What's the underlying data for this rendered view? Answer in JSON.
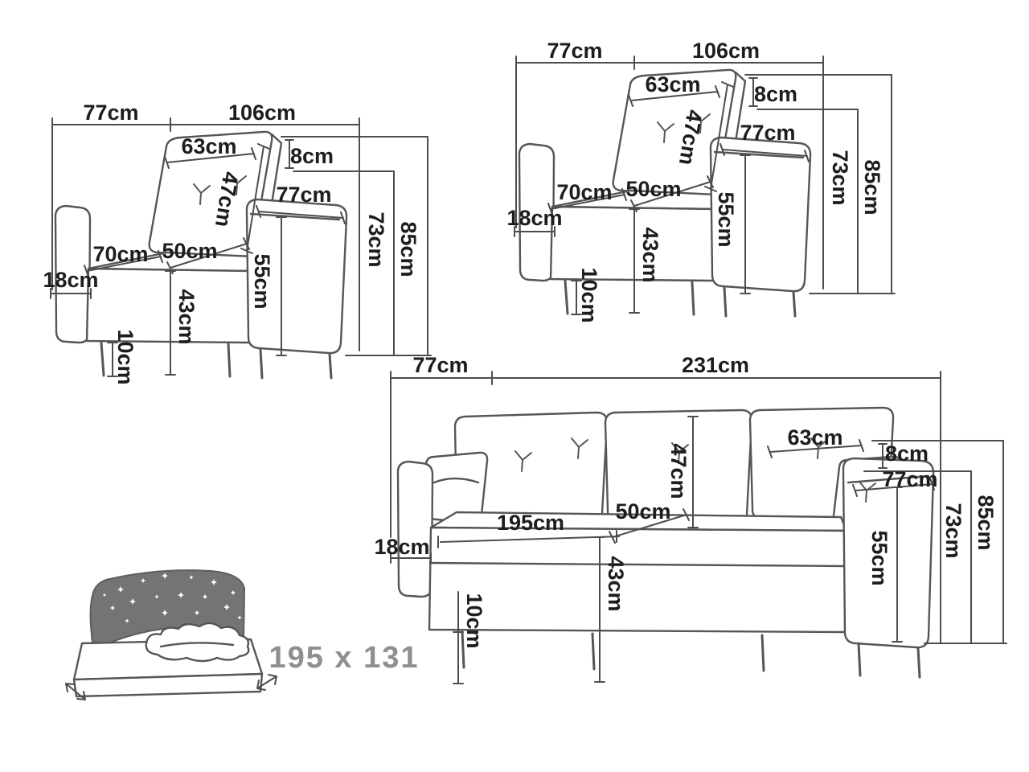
{
  "diagram_title": "sofa-and-armchair-dimension-diagram",
  "colors": {
    "line": "#4d4d4d",
    "furniture_stroke": "#565656",
    "label_text": "#1d1d1d",
    "muted_text": "#8f8f8f",
    "headboard_fill": "#747474"
  },
  "armchair": {
    "labels": {
      "depth_top": "77cm",
      "width_top": "106cm",
      "back_cushion_width": "63cm",
      "back_gap": "8cm",
      "back_cushion_height": "47cm",
      "arm_depth": "77cm",
      "backrest_height": "73cm",
      "total_height": "85cm",
      "seat_width": "70cm",
      "seat_depth": "50cm",
      "armrest_height": "55cm",
      "armrest_width": "18cm",
      "seat_height": "43cm",
      "leg_height": "10cm"
    }
  },
  "sofa": {
    "labels": {
      "depth_top": "77cm",
      "width_top": "231cm",
      "back_cushion_width": "63cm",
      "back_gap": "8cm",
      "arm_depth": "77cm",
      "back_cushion_height": "47cm",
      "seat_depth": "50cm",
      "seat_width": "195cm",
      "armrest_width": "18cm",
      "backrest_height": "73cm",
      "total_height": "85cm",
      "armrest_height": "55cm",
      "seat_height": "43cm",
      "leg_height": "10cm"
    }
  },
  "bed": {
    "sleeping_area": "195 x 131"
  }
}
